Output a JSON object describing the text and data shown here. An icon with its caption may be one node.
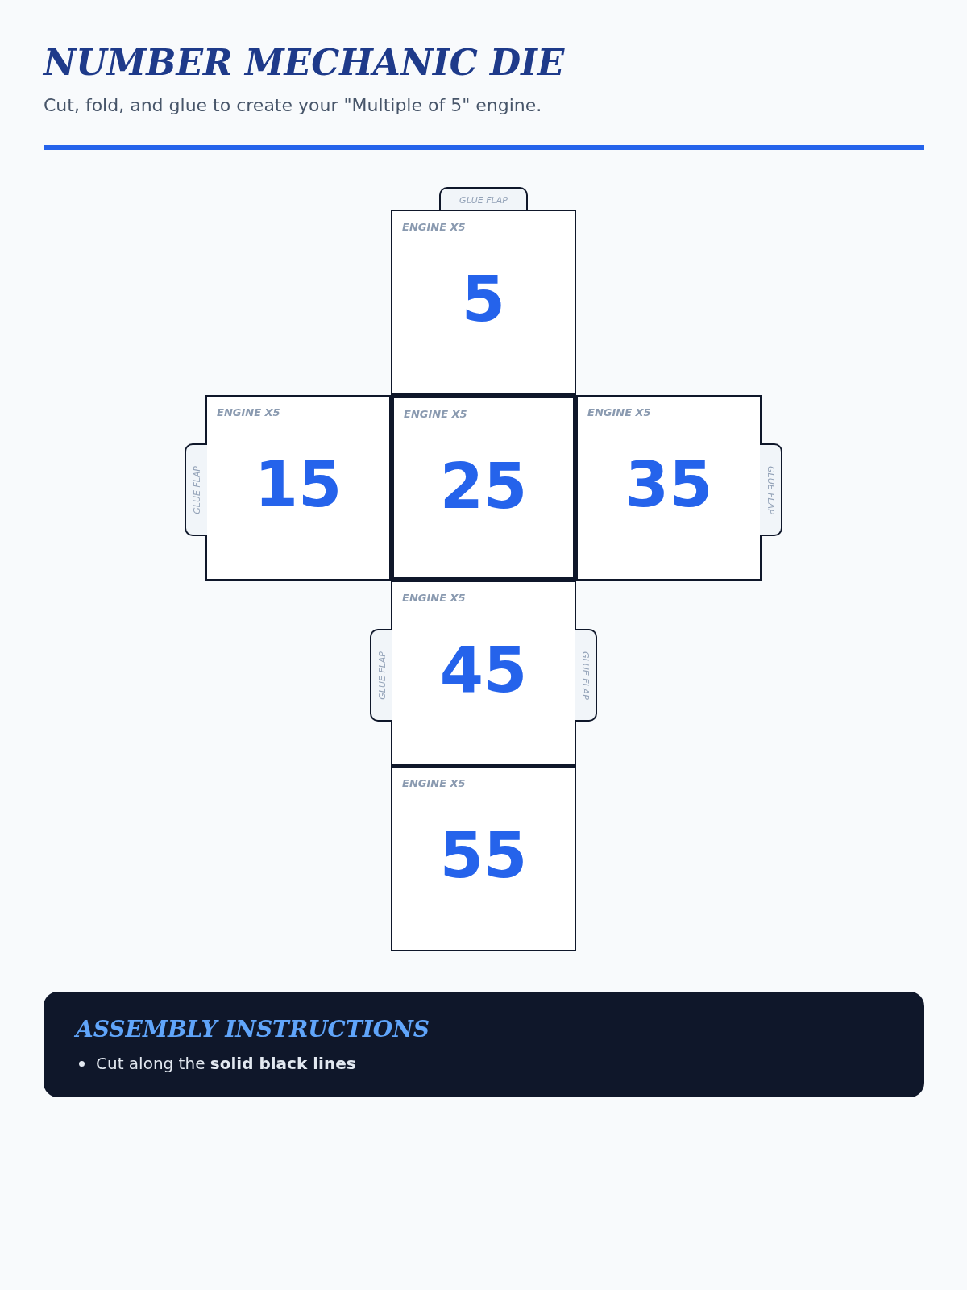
{
  "diagram": {
    "title": "NUMBER MECHANIC DIE",
    "nodes": [
      {
        "text": [
          "GLUE FLAP"
        ]
      },
      {
        "text": [
          "ENGINE X5",
          "5"
        ]
      },
      {
        "text": [
          "ENGINE X5",
          "15"
        ]
      },
      {
        "text": [
          "ENGINE X5",
          "25"
        ]
      },
      {
        "text": [
          "ENGINE X5",
          "35"
        ]
      },
      {
        "text": [
          "GLUE FLAP"
        ]
      },
      {
        "text": [
          "GLUE FLAP"
        ]
      },
      {
        "text": [
          "ENGINE X5",
          "45"
        ]
      },
      {
        "text": [
          "GLUE FLAP"
        ]
      },
      {
        "text": [
          "GLUE FLAP"
        ]
      },
      {
        "text": [
          "ENGINE X5",
          "55"
        ]
      },
      {
        "text": [
          "ASSEMBLY INSTRUCTIONS",
          "Cut along the **solid black lines**"
        ]
      }
    ],
    "labels": [
      "Cut, fold, and glue to create your \"Multiple of 5\" engine."
    ]
  }
}
